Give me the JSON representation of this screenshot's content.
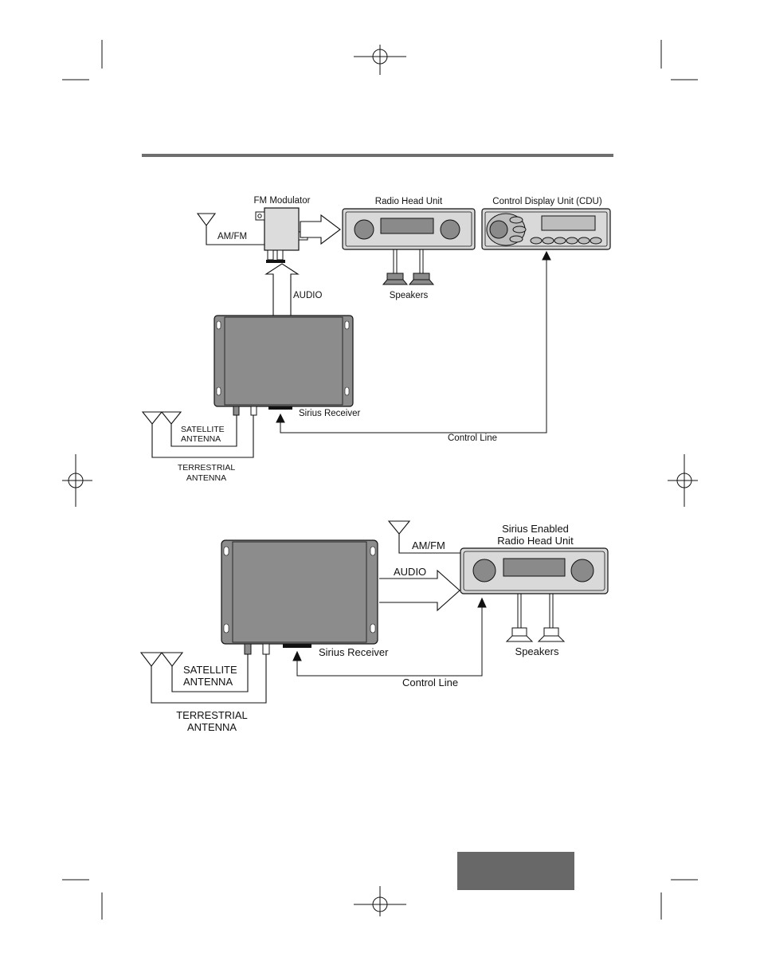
{
  "colors": {
    "rule": "#6e6e6e",
    "box_dark": "#686868",
    "unit_fill": "#d9d9d9",
    "receiver_fill": "#8c8c8c",
    "ink": "#111111"
  },
  "diagram_top": {
    "fm_modulator": "FM Modulator",
    "radio_head_unit": "Radio Head Unit",
    "cdu": "Control Display Unit (CDU)",
    "am_fm": "AM/FM",
    "audio": "AUDIO",
    "speakers": "Speakers",
    "satellite_antenna_1": "SATELLITE",
    "satellite_antenna_2": "ANTENNA",
    "terrestrial_antenna_1": "TERRESTRIAL",
    "terrestrial_antenna_2": "ANTENNA",
    "sirius_receiver": "Sirius Receiver",
    "control_line": "Control Line"
  },
  "diagram_bottom": {
    "sirius_enabled_1": "Sirius Enabled",
    "sirius_enabled_2": "Radio Head Unit",
    "am_fm": "AM/FM",
    "audio": "AUDIO",
    "speakers": "Speakers",
    "satellite_antenna_1": "SATELLITE",
    "satellite_antenna_2": "ANTENNA",
    "terrestrial_antenna_1": "TERRESTRIAL",
    "terrestrial_antenna_2": "ANTENNA",
    "sirius_receiver": "Sirius Receiver",
    "control_line": "Control Line"
  }
}
